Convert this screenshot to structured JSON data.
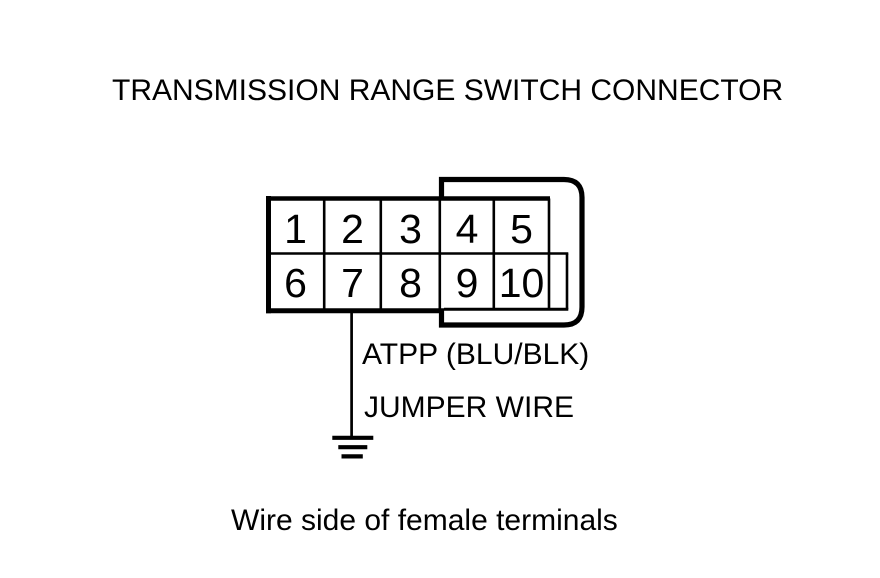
{
  "title": "TRANSMISSION RANGE SWITCH CONNECTOR",
  "connector": {
    "description": "10-terminal connector, 2 rows of 5, wire side view",
    "terminals": [
      "1",
      "2",
      "3",
      "4",
      "5",
      "6",
      "7",
      "8",
      "9",
      "10"
    ],
    "jumper_from_terminal": "7"
  },
  "wire": {
    "signal_label": "ATPP (BLU/BLK)",
    "jumper_label": "JUMPER WIRE"
  },
  "caption": "Wire side of female terminals",
  "icons": {
    "ground": "ground-icon"
  },
  "colors": {
    "ink": "#000000",
    "background": "#ffffff"
  }
}
